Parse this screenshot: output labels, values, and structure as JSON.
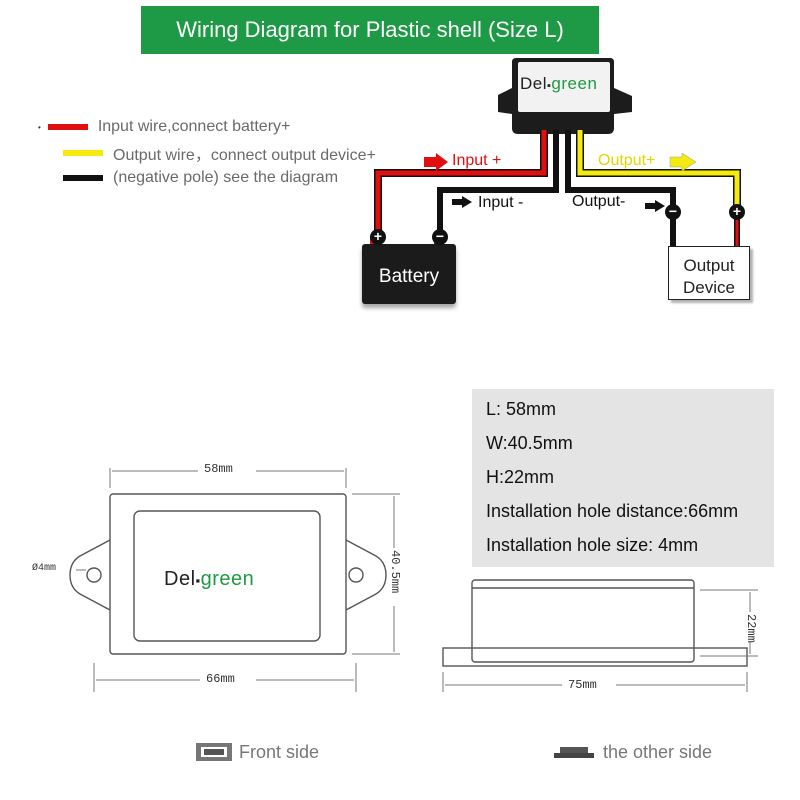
{
  "title": "Wiring Diagram for  Plastic shell (Size L)",
  "legend": [
    {
      "color": "#e01010",
      "text": "Input wire,connect battery+"
    },
    {
      "color": "#f4ea10",
      "text": "Output wire，connect  output device+"
    },
    {
      "color": "#111111",
      "text": "(negative pole) see the diagram"
    }
  ],
  "brand": {
    "part1": "Del",
    "part2": "green"
  },
  "wiring": {
    "input_plus": "Input +",
    "input_minus": "Input -",
    "output_plus": "Output+",
    "output_minus": "Output-",
    "battery": "Battery",
    "output_device_line1": "Output",
    "output_device_line2": "Device"
  },
  "specs": [
    "L: 58mm",
    "W:40.5mm",
    "H:22mm",
    "Installation hole distance:66mm",
    "Installation hole size: 4mm"
  ],
  "dimensions": {
    "length": "58mm",
    "hole_distance": "66mm",
    "width": "40.5mm",
    "hole": "Ø4mm",
    "side_length": "75mm",
    "height": "22mm"
  },
  "views": {
    "front": "Front side",
    "other": "the other side"
  },
  "colors": {
    "banner": "#1e9a46",
    "red_wire": "#e01010",
    "yellow_wire": "#f4ea10",
    "black_wire": "#111111",
    "brand_green": "#1f9a42"
  }
}
